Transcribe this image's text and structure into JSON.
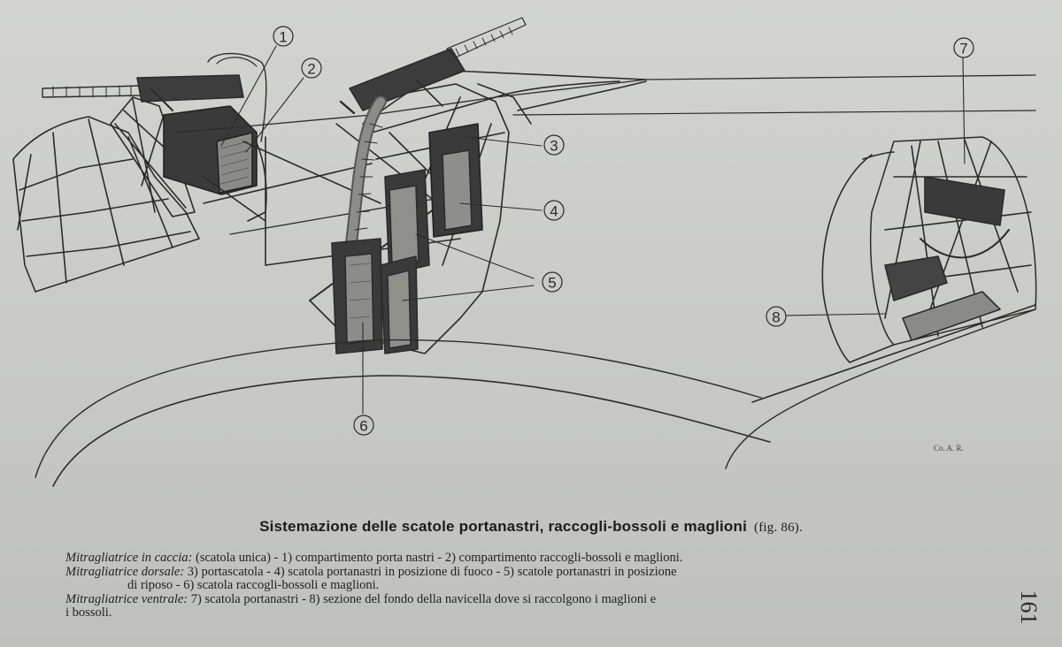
{
  "figure": {
    "callouts": [
      "1",
      "2",
      "3",
      "4",
      "5",
      "6",
      "7",
      "8"
    ],
    "signature": "Co. A. R."
  },
  "caption": {
    "title": "Sistemazione delle scatole portanastri, raccogli-bossoli e maglioni",
    "fig_ref": "(fig. 86).",
    "lines": [
      {
        "label": "Mitragliatrice in caccia:",
        "text": " (scatola unica) - 1) compartimento porta nastri - 2) compartimento raccogli-bossoli e maglioni."
      },
      {
        "label": "Mitragliatrice dorsale:",
        "text": " 3) portascatola - 4) scatola portanastri in posizione di fuoco - 5) scatole portanastri in posizione"
      },
      {
        "label": "",
        "text": "di riposo - 6) scatola raccogli-bossoli e maglioni."
      },
      {
        "label": "Mitragliatrice ventrale:",
        "text": " 7) scatola portanastri - 8) sezione del fondo della navicella dove si raccolgono i maglioni e"
      },
      {
        "label": "",
        "text": "i bossoli."
      }
    ]
  },
  "page_number": "161"
}
